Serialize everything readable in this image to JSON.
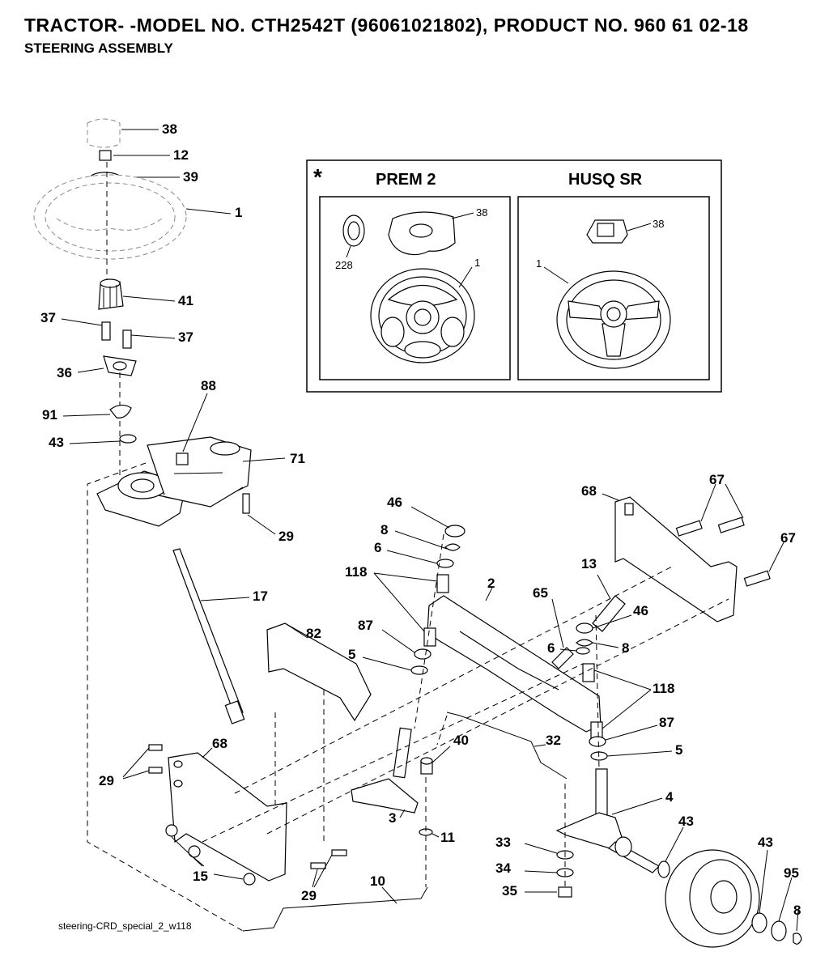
{
  "header": {
    "title": "TRACTOR- -MODEL NO. CTH2542T (96061021802), PRODUCT NO. 960 61 02-18",
    "subtitle": "STEERING ASSEMBLY"
  },
  "inset": {
    "marker": "*",
    "left_heading": "PREM 2",
    "right_heading": "HUSQ SR",
    "left_labels": {
      "top": "38",
      "emblem": "228",
      "wheel": "1"
    },
    "right_labels": {
      "top": "38",
      "wheel": "1"
    }
  },
  "callouts": {
    "c38": "38",
    "c12": "12",
    "c39": "39",
    "c1": "1",
    "c41": "41",
    "c37a": "37",
    "c37b": "37",
    "c36": "36",
    "c88": "88",
    "c91": "91",
    "c43a": "43",
    "c71": "71",
    "c29a": "29",
    "c17": "17",
    "c82": "82",
    "c29b": "29",
    "c68a": "68",
    "c15": "15",
    "c29c": "29",
    "c10": "10",
    "c46a": "46",
    "c8a": "8",
    "c6a": "6",
    "c118a": "118",
    "c87a": "87",
    "c5a": "5",
    "c2": "2",
    "c65": "65",
    "c13": "13",
    "c46b": "46",
    "c6b": "6",
    "c8b": "8",
    "c118b": "118",
    "c87b": "87",
    "c5b": "5",
    "c40": "40",
    "c32": "32",
    "c3": "3",
    "c11": "11",
    "c68b": "68",
    "c67a": "67",
    "c67b": "67",
    "c4": "4",
    "c43b": "43",
    "c43c": "43",
    "c33": "33",
    "c34": "34",
    "c35": "35",
    "c95": "95",
    "c8c": "8"
  },
  "footer": {
    "code": "steering-CRD_special_2_w118"
  }
}
